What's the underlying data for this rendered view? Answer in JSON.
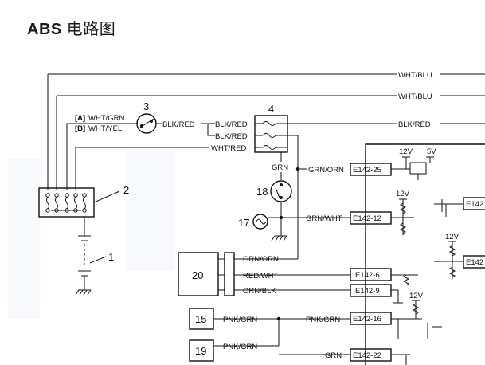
{
  "title": {
    "bold": "ABS",
    "rest": " 电路图"
  },
  "wires": {
    "top_wht_blu_1": "WHT/BLU",
    "top_wht_blu_2": "WHT/BLU",
    "a_label": "[A]",
    "a_wire": "WHT/GRN",
    "b_label": "[B]",
    "b_wire": "WHT/YEL",
    "sw3_out": "BLK/RED",
    "fuse_in_1": "BLK/RED",
    "fuse_in_2": "BLK/RED",
    "fuse_in_3": "WHT/RED",
    "fuse_out": "BLK/RED",
    "grn": "GRN",
    "grn_orn": "GRN/ORN",
    "grn_wht": "GRN/WHT",
    "grn_orn_20": "GRN/ORN",
    "red_wht": "RED/WHT",
    "orn_blk": "ORN/BLK",
    "pnk_grn_15": "PNK/GRN",
    "pnk_grn_bus": "PNK/GRN",
    "pnk_grn_19": "PNK/GRN",
    "grn_bottom": "GRN"
  },
  "components": {
    "c1": "1",
    "c2": "2",
    "c3": "3",
    "c4": "4",
    "c15": "15",
    "c17": "17",
    "c18": "18",
    "c19": "19",
    "c20": "20"
  },
  "pins": {
    "p25": "E142-25",
    "p12": "E142-12",
    "p6": "E142-6",
    "p9": "E142-9",
    "p16": "E142-16",
    "p22": "E142-22",
    "pr1": "E142",
    "pr2": "E142"
  },
  "voltages": {
    "v1": "12V",
    "v2": "5V",
    "v3": "12V",
    "v4": "12V",
    "v5": "12V"
  }
}
